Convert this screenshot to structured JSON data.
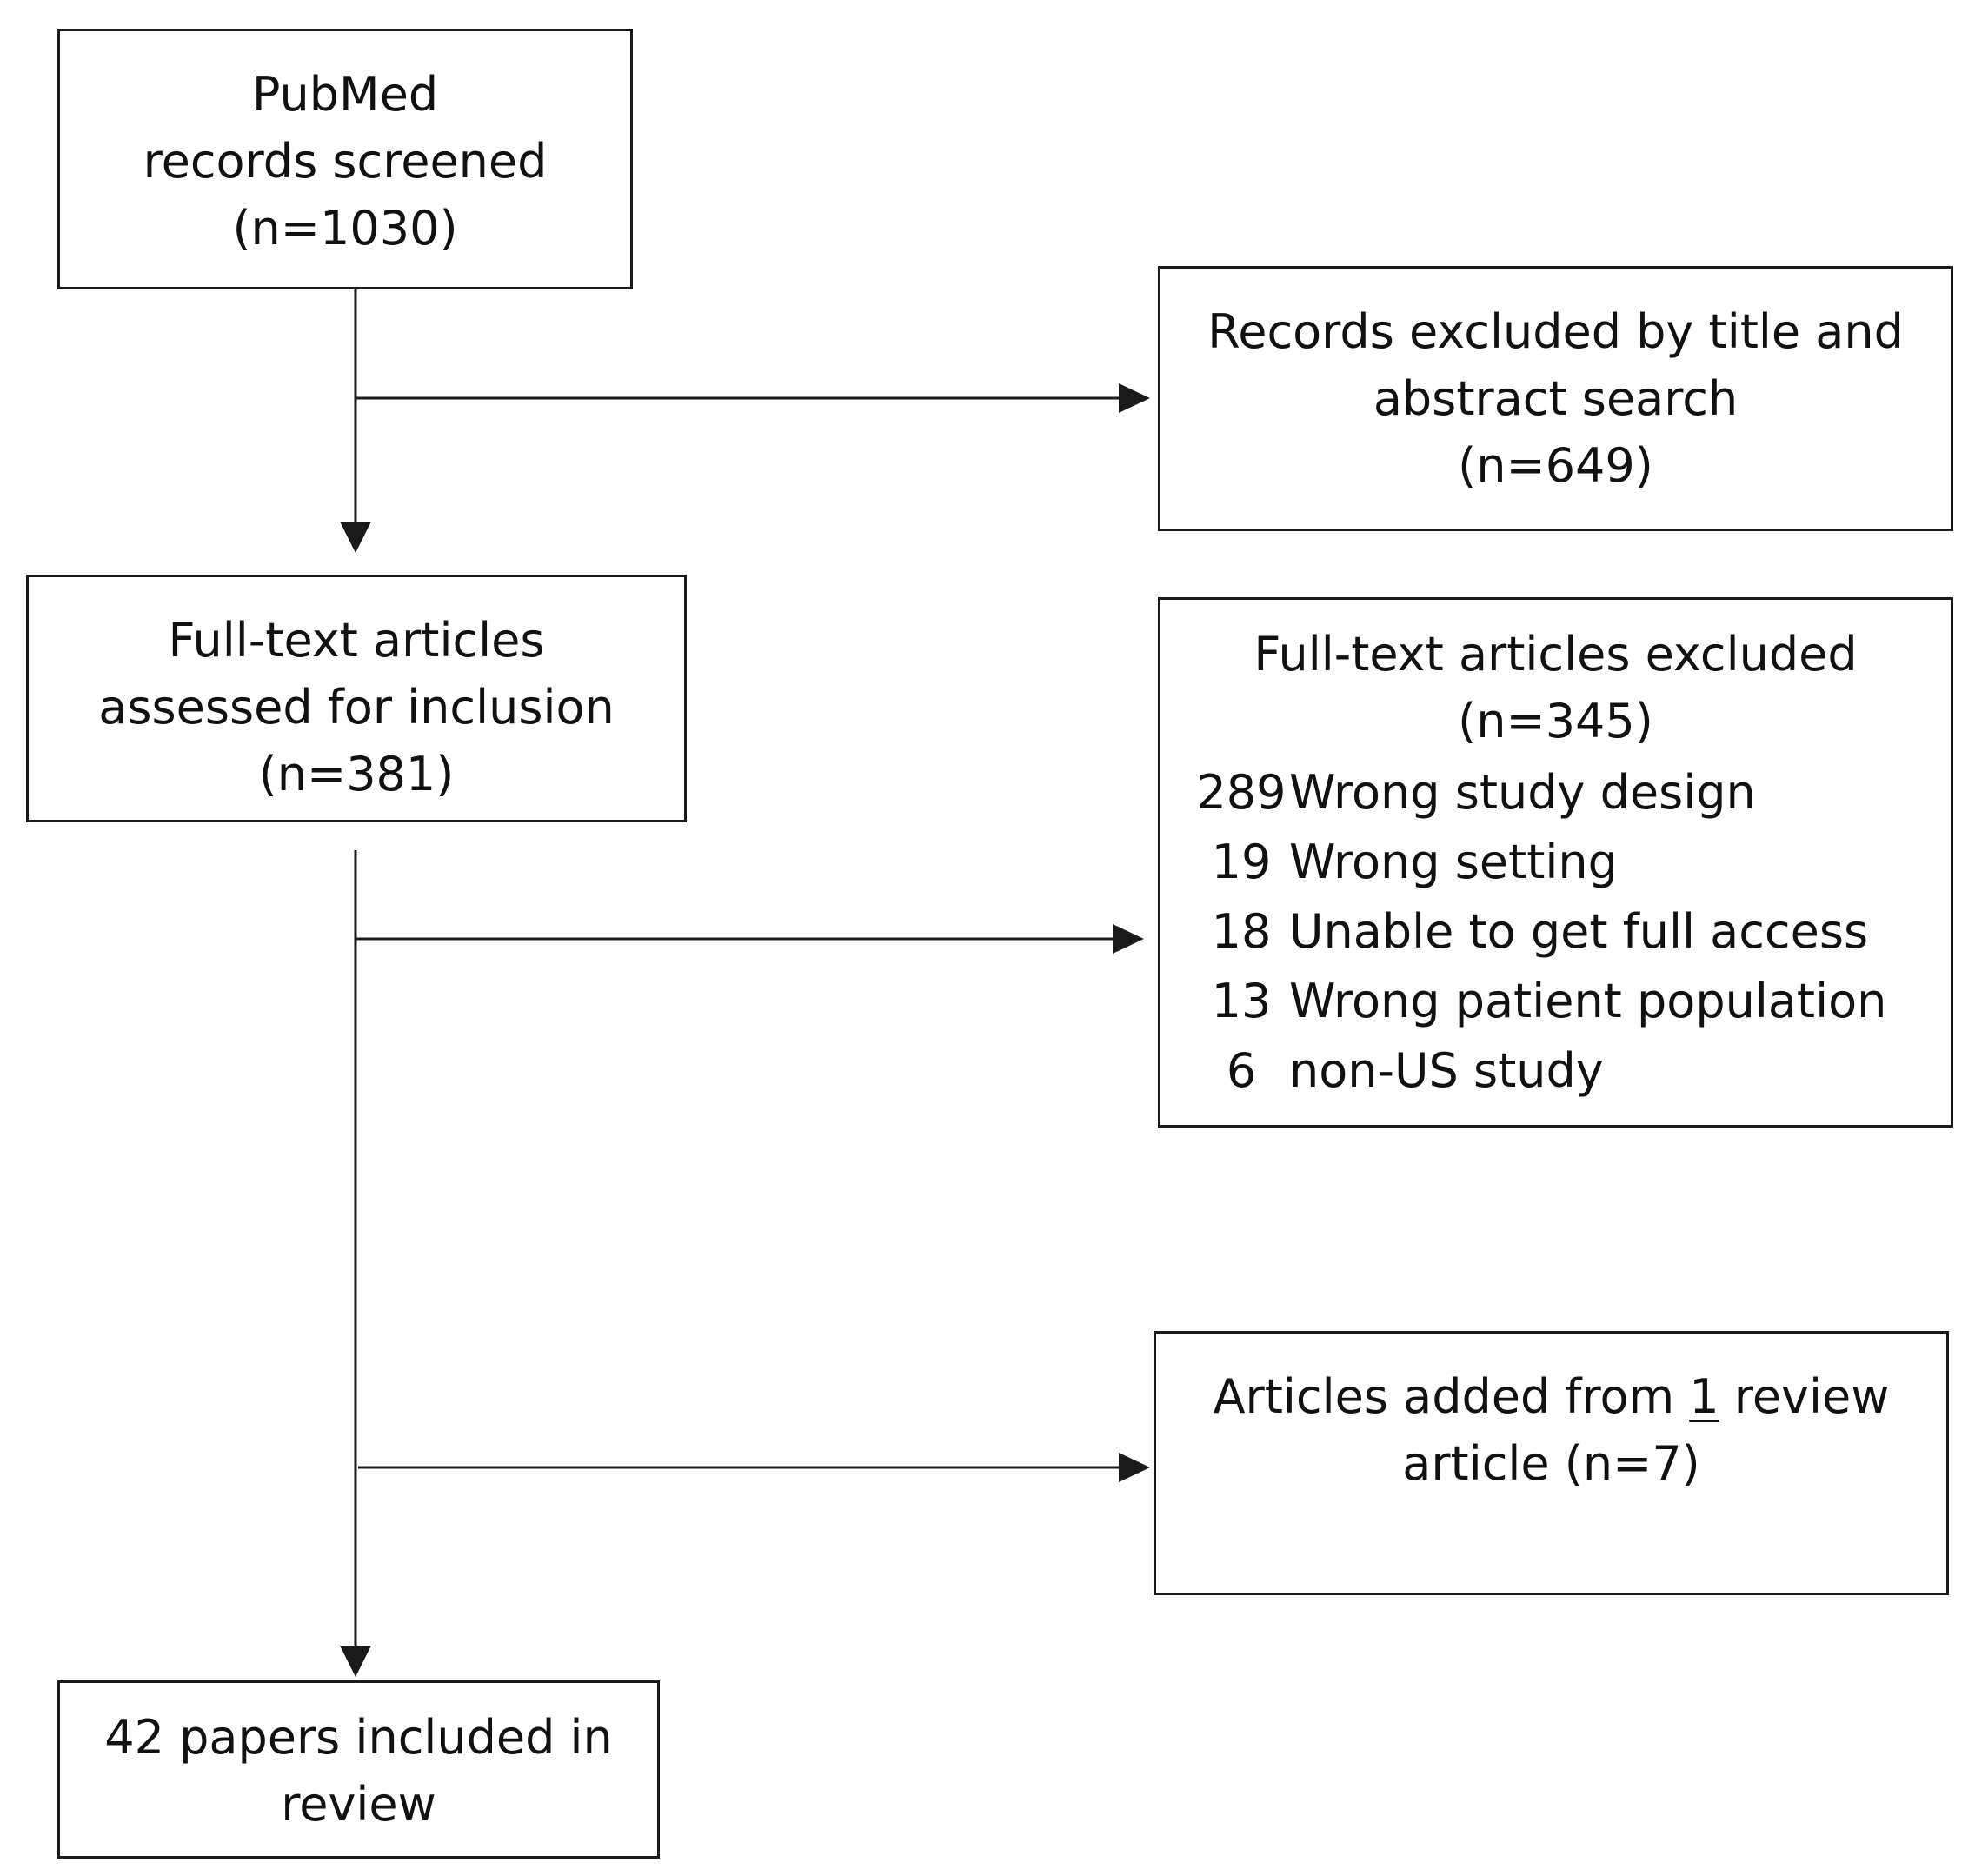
{
  "boxes": {
    "screened": {
      "line1": "PubMed",
      "line2": "records screened",
      "line3": "(n=1030)"
    },
    "excluded_title": {
      "line1": "Records excluded by title and",
      "line2": "abstract search",
      "line3": "(n=649)"
    },
    "assessed": {
      "line1": "Full-text articles",
      "line2": "assessed for inclusion",
      "line3": "(n=381)"
    },
    "excluded_fulltext": {
      "line1": "Full-text articles excluded",
      "line2": "(n=345)",
      "reasons": [
        {
          "count": "289",
          "label": "Wrong study design"
        },
        {
          "count": "19",
          "label": "Wrong setting"
        },
        {
          "count": "18",
          "label": "Unable to get full access"
        },
        {
          "count": "13",
          "label": "Wrong patient population"
        },
        {
          "count": "6",
          "label": "non-US study"
        }
      ]
    },
    "added": {
      "line1_a": "Articles added from ",
      "line1_num": "1",
      "line1_b": " review",
      "line2": "article (n=7)"
    },
    "included": {
      "line1": "42 papers included in",
      "line2": "review"
    }
  }
}
